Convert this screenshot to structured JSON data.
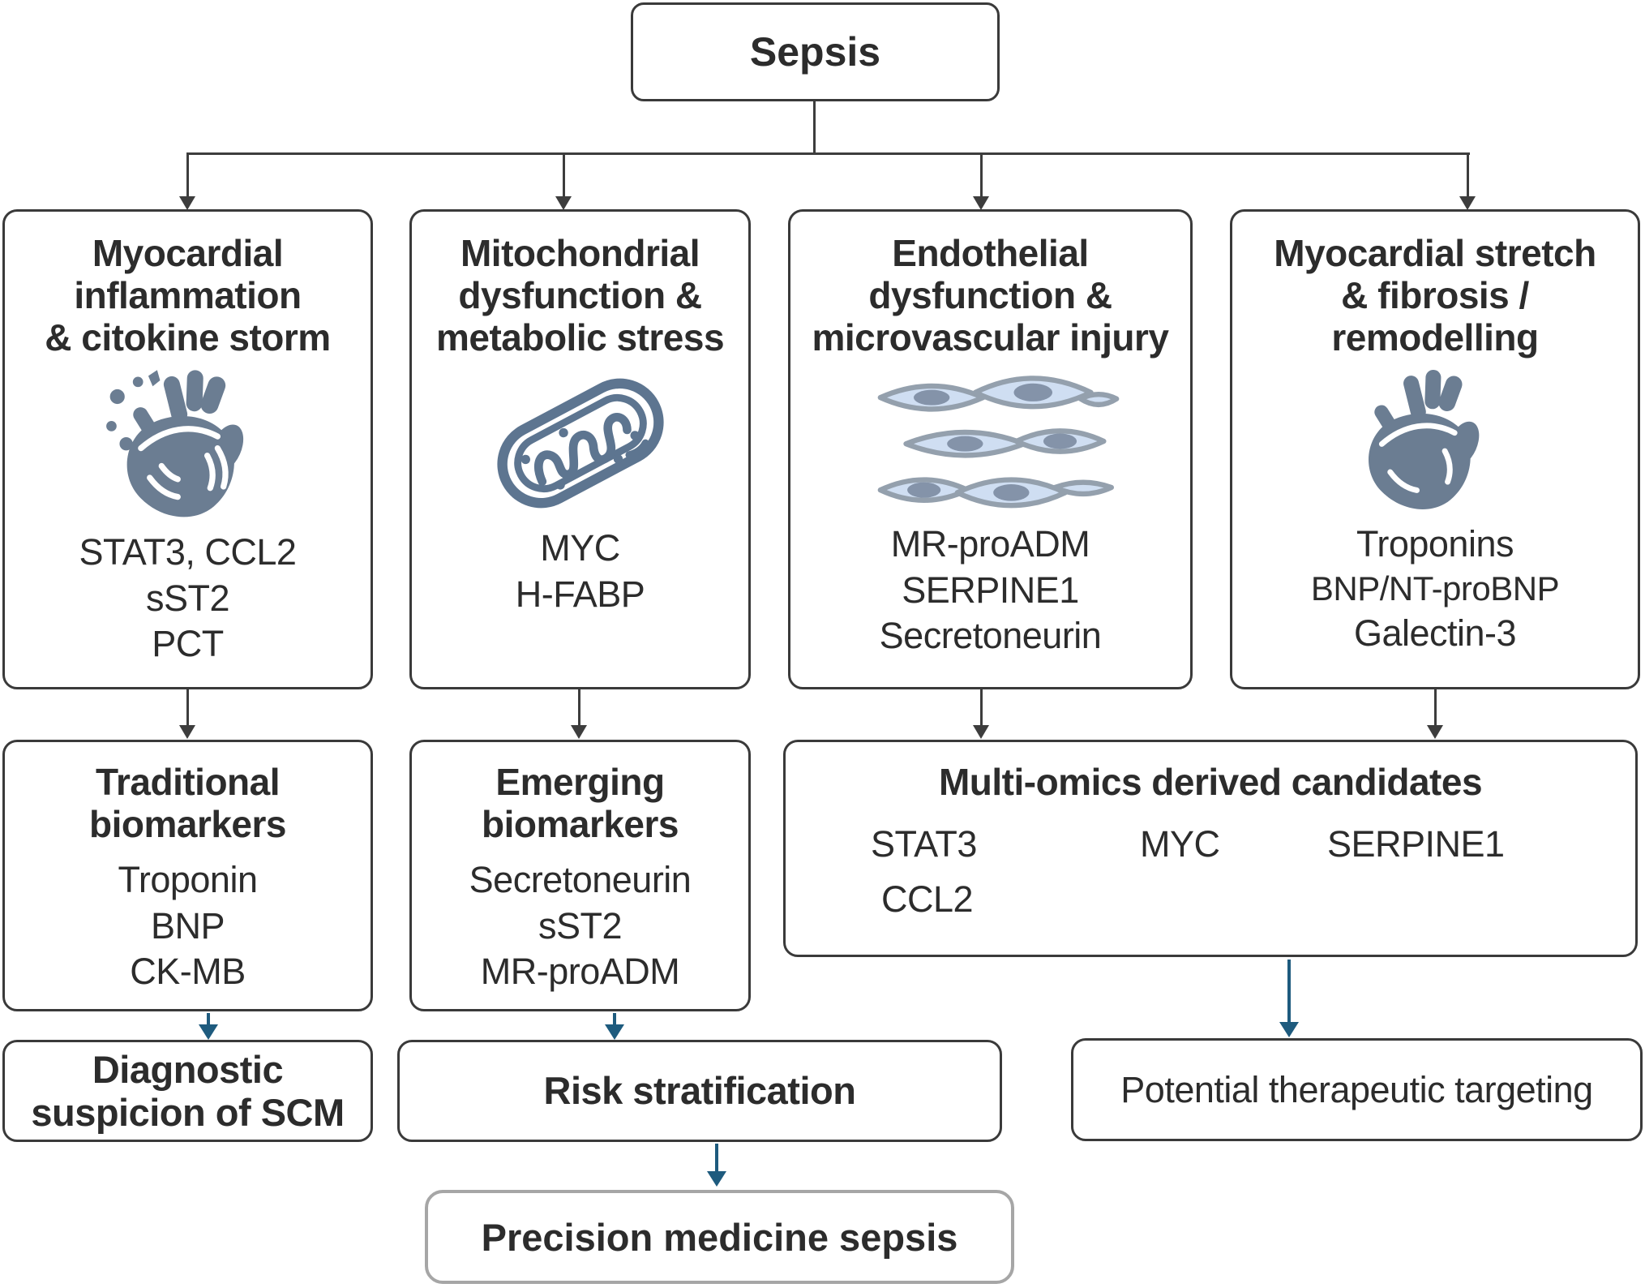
{
  "diagram": {
    "root": {
      "label": "Sepsis"
    },
    "mechanisms": [
      {
        "title": "Myocardial\ninflammation\n& citokine storm",
        "icon": "inflamed-heart-icon",
        "markers": [
          "STAT3, CCL2",
          "sST2",
          "PCT"
        ]
      },
      {
        "title": "Mitochondrial\ndysfunction &\nmetabolic stress",
        "icon": "mitochondria-icon",
        "markers": [
          "MYC",
          "H-FABP"
        ]
      },
      {
        "title": "Endothelial\ndysfunction &\nmicrovascular injury",
        "icon": "endothelial-cells-icon",
        "markers": [
          "MR-proADM",
          "SERPINE1",
          "Secretoneurin"
        ]
      },
      {
        "title": "Myocardial stretch\n& fibrosis /\nremodelling",
        "icon": "heart-icon",
        "markers": [
          "Troponins",
          "BNP/NT-proBNP",
          "Galectin-3"
        ]
      }
    ],
    "biomarker_groups": [
      {
        "title": "Traditional\nbiomarkers",
        "markers": [
          "Troponin",
          "BNP",
          "CK-MB"
        ]
      },
      {
        "title": "Emerging\nbiomarkers",
        "markers": [
          "Secretoneurin",
          "sST2",
          "MR-proADM"
        ]
      },
      {
        "title": "Multi-omics derived candidates",
        "markers": [
          "STAT3",
          "CCL2",
          "MYC",
          "SERPINE1"
        ]
      }
    ],
    "outcomes": {
      "diagnostic": "Diagnostic\nsuspicion of SCM",
      "risk": "Risk stratification",
      "therapeutic": "Potential therapeutic targeting",
      "precision": "Precision medicine sepsis"
    },
    "colors": {
      "box_border": "#3a3a3a",
      "line_dark": "#3d3d3d",
      "arrow_teal": "#1e5b7e",
      "icon_slate": "#6b7d92",
      "mitochondria_stroke": "#5d7590",
      "cell_fill": "#cfdef2",
      "cell_stroke": "#94a0ad",
      "cell_nucleus": "#8493a9",
      "precision_border": "#a6a6a6"
    }
  }
}
